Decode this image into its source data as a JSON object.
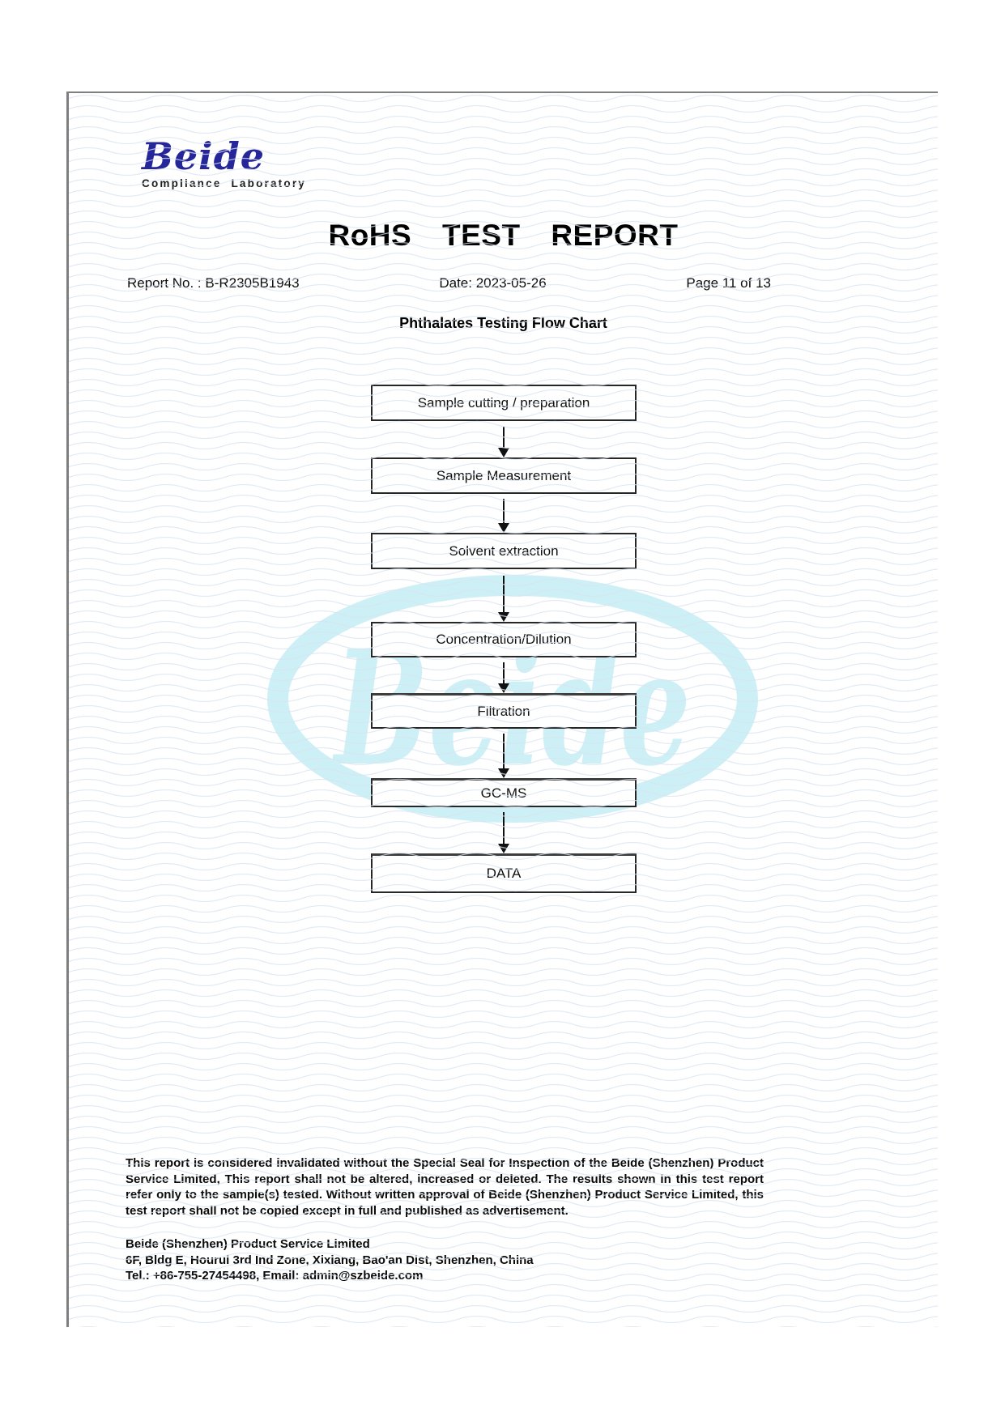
{
  "logo": {
    "brand": "Beide",
    "tagline": "Compliance Laboratory"
  },
  "header": {
    "title": "RoHS TEST REPORT",
    "report_no": "Report No. : B-R2305B1943",
    "date": "Date: 2023-05-26",
    "page": "Page 11 of 13"
  },
  "flowchart": {
    "heading": "Phthalates Testing Flow Chart",
    "steps": [
      {
        "label": "Sample cutting / preparation"
      },
      {
        "label": "Sample Measurement"
      },
      {
        "label": "Solvent extraction"
      },
      {
        "label": "Concentration/Dilution"
      },
      {
        "label": "Filtration"
      },
      {
        "label": "GC-MS"
      },
      {
        "label": "DATA"
      }
    ]
  },
  "watermark": {
    "text": "Beide",
    "color": "#cdf0f6"
  },
  "footer": {
    "disclaimer": "This report is considered invalidated without the Special Seal for Inspection of the Beide (Shenzhen) Product Service Limited, This report shall not be altered, increased or deleted. The results shown in this test report refer only to the sample(s) tested. Without written approval of Beide (Shenzhen) Product Service Limited, this test report shall not be copied except in full and published as advertisement.",
    "company_name": "Beide (Shenzhen) Product Service Limited",
    "address": "6F, Bldg E, Hourui 3rd Ind Zone, Xixiang, Bao'an Dist, Shenzhen, China",
    "contact": "Tel.: +86-755-27454498, Email: admin@szbeide.com"
  },
  "colors": {
    "logo_blue": "#26269b",
    "watermark_cyan": "#cdf0f6",
    "wave_line": "#d9e3ef",
    "page_edge_grey": "#7f7f7f"
  }
}
